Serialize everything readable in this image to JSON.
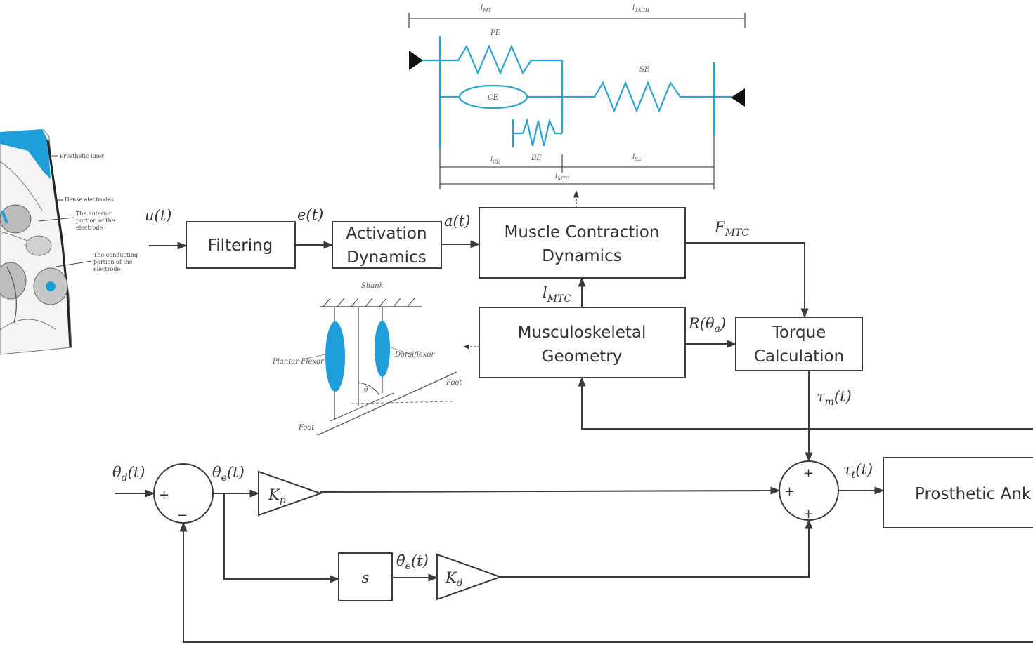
{
  "blocks": {
    "filtering": "Filtering",
    "activation": [
      "Activation",
      "Dynamics"
    ],
    "muscle_contraction": [
      "Muscle Contraction",
      "Dynamics"
    ],
    "musculoskeletal": [
      "Musculoskeletal",
      "Geometry"
    ],
    "torque": [
      "Torque",
      "Calculation"
    ],
    "prosthetic": "Prosthetic Ank",
    "derivative": "s"
  },
  "signals": {
    "u": "u(t)",
    "e": "e(t)",
    "a": "a(t)",
    "f_mtc": "F",
    "f_mtc_sub": "MTC",
    "l_mtc": "l",
    "l_mtc_sub": "MTC",
    "r_theta": "R(θ",
    "r_theta_sub": "a",
    "r_theta_end": ")",
    "tau_m": "τ",
    "tau_m_sub": "m",
    "tau_m_end": "(t)",
    "tau_t": "τ",
    "tau_t_sub": "t",
    "tau_t_end": "(t)",
    "theta_d": "θ",
    "theta_d_sub": "d",
    "theta_d_end": "(t)",
    "theta_e": "θ",
    "theta_e_sub": "e",
    "theta_e_end": "(t)",
    "theta_e_dot": "θ̇",
    "theta_e_dot_sub": "e",
    "theta_e_dot_end": "(t)",
    "kp": "K",
    "kp_sub": "p",
    "kd": "K",
    "kd_sub": "d"
  },
  "summing_signs": {
    "left_plus": "+",
    "left_minus": "−",
    "right_top": "+",
    "right_left": "+",
    "right_bottom": "+"
  },
  "muscle_model": {
    "pe": "PE",
    "ce": "CE",
    "se": "SE",
    "be": "BE",
    "l_mt_top_left": "l",
    "l_mt_top_left_sub": "MT",
    "l_top_right": "l",
    "l_top_right_sub": "TACH",
    "l_ce": "l",
    "l_ce_sub": "CE",
    "l_se": "l",
    "l_se_sub": "SE",
    "l_mtc": "l",
    "l_mtc_sub": "MTC"
  },
  "cross_section": {
    "label_liner": "Prosthetic liner",
    "label_electrodes": "Dense electrodes",
    "label_anterior": [
      "The anterior",
      "portion of the",
      "electrode"
    ],
    "label_conducting": [
      "The conducting",
      "portion of the",
      "electrode"
    ]
  },
  "ankle_sketch": {
    "shank": "Shank",
    "plantar": "Plantar Flexor",
    "dorsiflexor": "Dorsiflexor",
    "foot_right": "Foot",
    "foot_left": "Foot",
    "angle": "θ"
  },
  "colors": {
    "line": "#3a3a3a",
    "accent_blue": "#2aa3d6",
    "muscle_blue": "#1e9fdc"
  }
}
